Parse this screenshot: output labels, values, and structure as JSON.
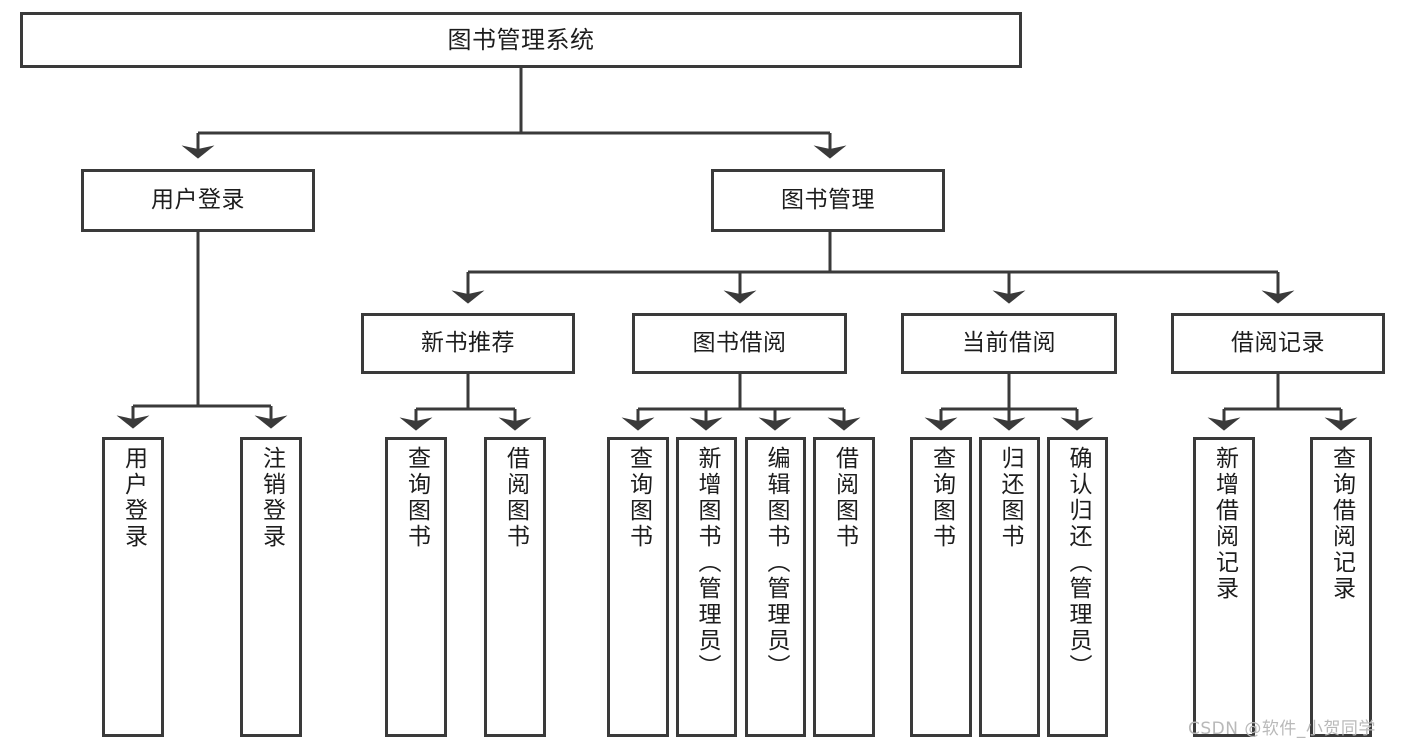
{
  "diagram": {
    "type": "tree-hierarchy",
    "title": "图书管理系统",
    "watermark": "CSDN @软件_小贺同学",
    "colors": {
      "box_border": "#3a3a3a",
      "box_fill": "#ffffff",
      "connector": "#3a3a3a",
      "text": "#1d1d1d",
      "watermark": "#b9b9b9"
    },
    "nodes": {
      "root": {
        "label": "图书管理系统",
        "level": 1
      },
      "l2": [
        {
          "id": "user-login",
          "label": "用户登录",
          "level": 2
        },
        {
          "id": "book-manage",
          "label": "图书管理",
          "level": 2
        }
      ],
      "l3": [
        {
          "id": "new-book-recommend",
          "label": "新书推荐",
          "level": 3,
          "parent": "book-manage"
        },
        {
          "id": "book-borrow",
          "label": "图书借阅",
          "level": 3,
          "parent": "book-manage"
        },
        {
          "id": "current-borrow",
          "label": "当前借阅",
          "level": 3,
          "parent": "book-manage"
        },
        {
          "id": "borrow-record",
          "label": "借阅记录",
          "level": 3,
          "parent": "book-manage"
        }
      ],
      "leaves": [
        {
          "id": "leaf-user-login",
          "label": "用户登录",
          "parent": "user-login"
        },
        {
          "id": "leaf-user-logout",
          "label": "注销登录",
          "parent": "user-login"
        },
        {
          "id": "leaf-query-book-1",
          "label": "查询图书",
          "parent": "new-book-recommend"
        },
        {
          "id": "leaf-borrow-book-1",
          "label": "借阅图书",
          "parent": "new-book-recommend"
        },
        {
          "id": "leaf-query-book-2",
          "label": "查询图书",
          "parent": "book-borrow"
        },
        {
          "id": "leaf-add-book",
          "label": "新增图书（管理员）",
          "parent": "book-borrow"
        },
        {
          "id": "leaf-edit-book",
          "label": "编辑图书（管理员）",
          "parent": "book-borrow"
        },
        {
          "id": "leaf-borrow-book-2",
          "label": "借阅图书",
          "parent": "book-borrow"
        },
        {
          "id": "leaf-query-book-3",
          "label": "查询图书",
          "parent": "current-borrow"
        },
        {
          "id": "leaf-return-book",
          "label": "归还图书",
          "parent": "current-borrow"
        },
        {
          "id": "leaf-confirm-return",
          "label": "确认归还（管理员）",
          "parent": "current-borrow"
        },
        {
          "id": "leaf-add-record",
          "label": "新增借阅记录",
          "parent": "borrow-record"
        },
        {
          "id": "leaf-query-record",
          "label": "查询借阅记录",
          "parent": "borrow-record"
        }
      ]
    }
  }
}
